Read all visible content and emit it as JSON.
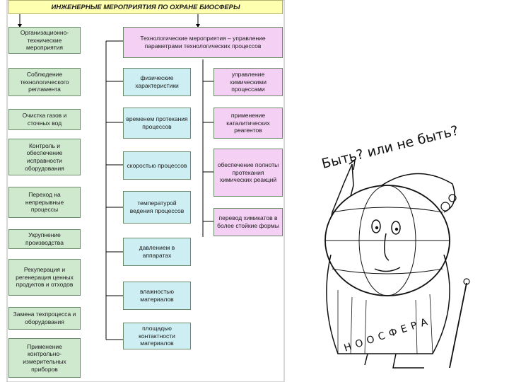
{
  "header": {
    "title": "ИНЖЕНЕРНЫЕ МЕРОПРИЯТИЯ ПО ОХРАНЕ БИОСФЕРЫ"
  },
  "left_column": [
    "Организационно-технические мероприятия",
    "Соблюдение технологического регламента",
    "Очистка газов и сточных вод",
    "Контроль и обеспечение исправности оборудования",
    "Переход на непрерывные процессы",
    "Укрупнение производства",
    "Рекуперация и регенерация ценных продуктов и отходов",
    "Замена техпроцесса и оборудования",
    "Применение контрольно-измерительных приборов"
  ],
  "middle_column": {
    "header": "Технологические мероприятия – управление параметрами технологических процессов",
    "items": [
      "физические характеристики",
      "временем протекания процессов",
      "скоростью процессов",
      "температурой ведения процессов",
      "давлением в аппаратах",
      "влажностью материалов",
      "площадью контактности материалов"
    ]
  },
  "right_column": [
    "управление химическими процессами",
    "применение каталитических реагентов",
    "обеспечение полноты протекания химических реакций",
    "перевод химикатов в более стойкие формы"
  ],
  "illustration": {
    "caption": "Быть? или не быть?",
    "body_label": "НООСФЕРА"
  },
  "colors": {
    "title": "#ffffb0",
    "left": "#cfe9cf",
    "middle_header": "#f4d0f4",
    "middle_items": "#cdeff3",
    "right": "#f4d0f4"
  }
}
